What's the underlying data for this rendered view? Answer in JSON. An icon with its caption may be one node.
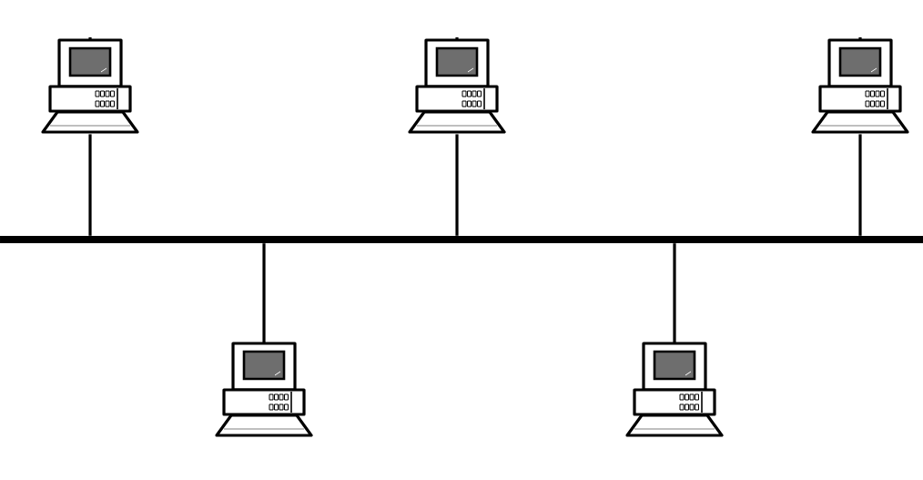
{
  "diagram": {
    "nodes": [
      {
        "text": [],
        "shape": "computer"
      },
      {
        "text": [],
        "shape": "computer"
      },
      {
        "text": [],
        "shape": "computer"
      },
      {
        "text": [],
        "shape": "bar"
      },
      {
        "text": [],
        "shape": "computer"
      },
      {
        "text": [],
        "shape": "computer"
      }
    ],
    "edges": [
      {
        "from": 0,
        "to": 3,
        "arrow": "none"
      },
      {
        "from": 1,
        "to": 3,
        "arrow": "none"
      },
      {
        "from": 2,
        "to": 3,
        "arrow": "none"
      },
      {
        "from": 4,
        "to": 3,
        "arrow": "none"
      },
      {
        "from": 5,
        "to": 3,
        "arrow": "none"
      }
    ]
  }
}
